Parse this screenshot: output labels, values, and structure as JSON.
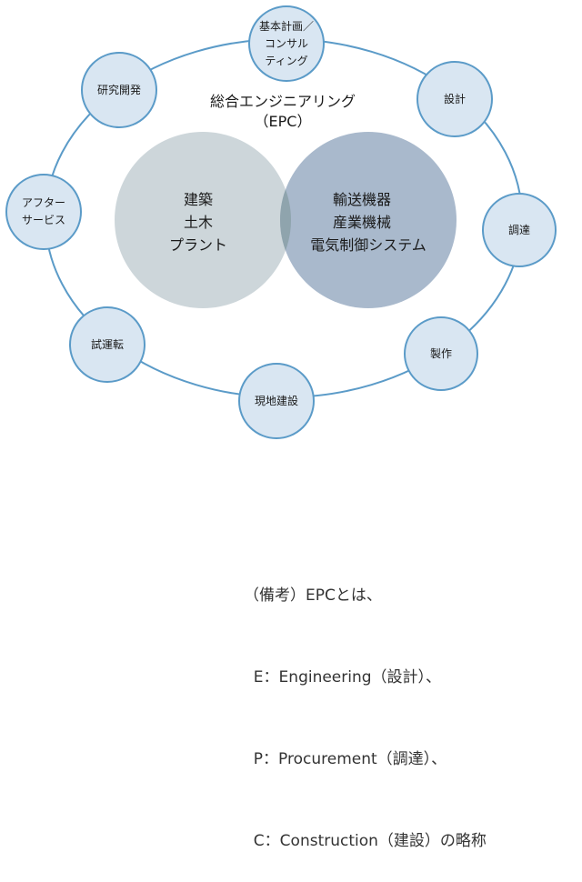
{
  "diagram": {
    "center_title": [
      "総合エンジニアリング",
      "（EPC）"
    ],
    "left_circle": [
      "建築",
      "土木",
      "プラント"
    ],
    "right_circle": [
      "輸送機器",
      "産業機械",
      "電気制御システム"
    ],
    "nodes": [
      {
        "id": "basic-planning",
        "lines": [
          "基本計画／",
          "コンサル",
          "ティング"
        ]
      },
      {
        "id": "design",
        "lines": [
          "設計"
        ]
      },
      {
        "id": "procurement",
        "lines": [
          "調達"
        ]
      },
      {
        "id": "manufacturing",
        "lines": [
          "製作"
        ]
      },
      {
        "id": "onsite-construction",
        "lines": [
          "現地建設"
        ]
      },
      {
        "id": "trial-operation",
        "lines": [
          "試運転"
        ]
      },
      {
        "id": "after-service",
        "lines": [
          "アフター",
          "サービス"
        ]
      },
      {
        "id": "rnd",
        "lines": [
          "研究開発"
        ]
      }
    ]
  },
  "note": {
    "lines": [
      "（備考）EPCとは、",
      "  E：Engineering（設計）、",
      "  P：Procurement（調達）、",
      "  C：Construction（建設）の略称"
    ]
  }
}
